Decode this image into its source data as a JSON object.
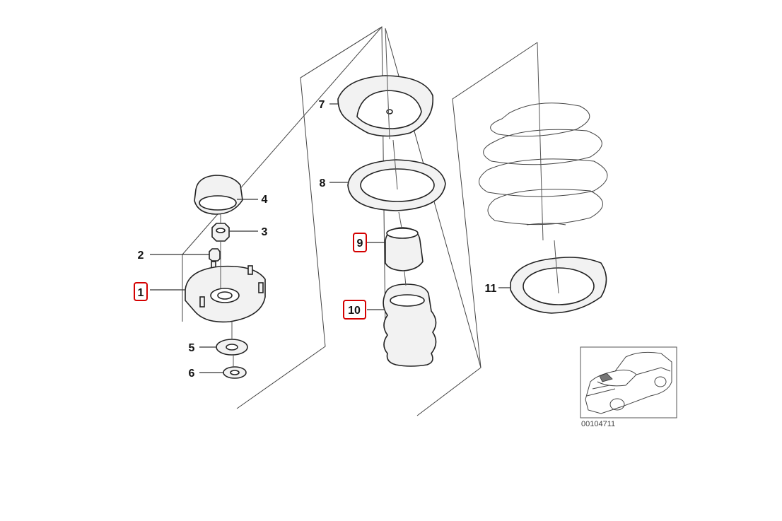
{
  "diagram_id": "00104711",
  "callouts": [
    {
      "label": "1",
      "highlighted": true
    },
    {
      "label": "2",
      "highlighted": false
    },
    {
      "label": "3",
      "highlighted": false
    },
    {
      "label": "4",
      "highlighted": false
    },
    {
      "label": "5",
      "highlighted": false
    },
    {
      "label": "6",
      "highlighted": false
    },
    {
      "label": "7",
      "highlighted": false
    },
    {
      "label": "8",
      "highlighted": false
    },
    {
      "label": "9",
      "highlighted": true
    },
    {
      "label": "10",
      "highlighted": true
    },
    {
      "label": "11",
      "highlighted": false
    }
  ],
  "colors": {
    "highlight_box": "#d40000",
    "linework": "#222222",
    "background": "#ffffff"
  }
}
